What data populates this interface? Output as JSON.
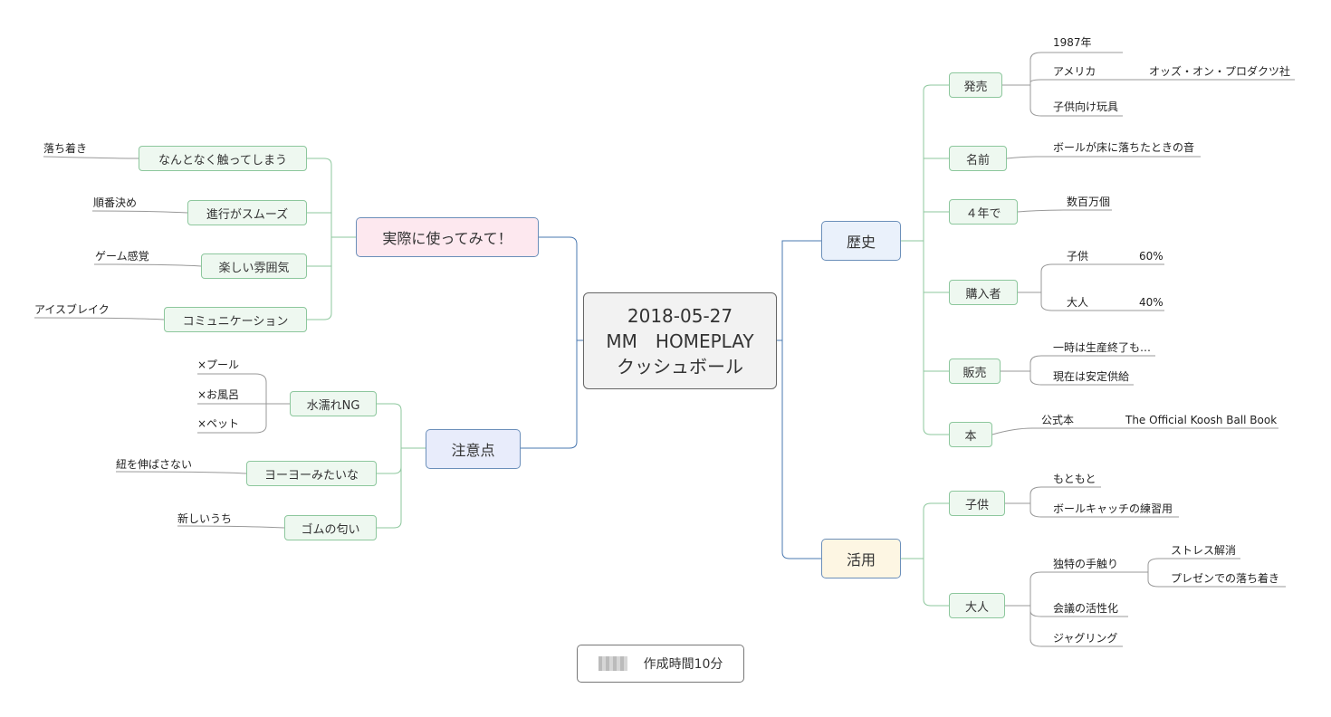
{
  "center": {
    "line1": "2018-05-27",
    "line2": "MM　HOMEPLAY",
    "line3": "クッシュボール"
  },
  "footer": {
    "text": "作成時間10分"
  },
  "history": {
    "label": "歴史",
    "launch": {
      "label": "発売",
      "year": "1987年",
      "america": "アメリカ",
      "company": "オッズ・オン・プロダクツ社",
      "kids_toy": "子供向け玩具"
    },
    "name": {
      "label": "名前",
      "value": "ボールが床に落ちたときの音"
    },
    "four_years": {
      "label": "４年で",
      "value": "数百万個"
    },
    "buyers": {
      "label": "購入者",
      "child": "子供",
      "child_pct": "60%",
      "adult": "大人",
      "adult_pct": "40%"
    },
    "sales": {
      "label": "販売",
      "stopped": "一時は生産終了も…",
      "stable": "現在は安定供給"
    },
    "book": {
      "label": "本",
      "official": "公式本",
      "title": "The Official Koosh Ball Book"
    }
  },
  "usage": {
    "label": "活用",
    "kids": {
      "label": "子供",
      "originally": "もともと",
      "practice": "ボールキャッチの練習用"
    },
    "adults": {
      "label": "大人",
      "feel": "独特の手触り",
      "stress": "ストレス解消",
      "calm": "プレゼンでの落ち着き",
      "meeting": "会議の活性化",
      "juggling": "ジャグリング"
    }
  },
  "tried": {
    "label": "実際に使ってみて！",
    "touch": {
      "label": "なんとなく触ってしまう",
      "leaf": "落ち着き"
    },
    "smooth": {
      "label": "進行がスムーズ",
      "leaf": "順番決め"
    },
    "fun": {
      "label": "楽しい雰囲気",
      "leaf": "ゲーム感覚"
    },
    "comm": {
      "label": "コミュニケーション",
      "leaf": "アイスブレイク"
    }
  },
  "caution": {
    "label": "注意点",
    "water": {
      "label": "水濡れNG",
      "pool": "×プール",
      "bath": "×お風呂",
      "pet": "×ペット"
    },
    "yoyo": {
      "label": "ヨーヨーみたいな",
      "leaf": "紐を伸ばさない"
    },
    "smell": {
      "label": "ゴムの匂い",
      "leaf": "新しいうち"
    }
  },
  "colors": {
    "main_edge": "#4a78b0",
    "sub_edge": "#8dc79d",
    "history_fill": "#eaf1fb",
    "usage_fill": "#fdf6e3",
    "tried_fill": "#fde8ef",
    "caution_fill": "#e8ecfb"
  }
}
